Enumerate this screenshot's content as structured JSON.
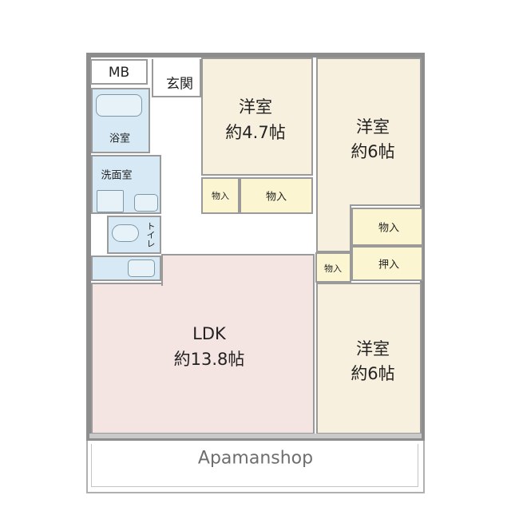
{
  "floorplan": {
    "rooms": {
      "mb": "MB",
      "entrance": "玄関",
      "bath": "浴室",
      "washroom": "洗面室",
      "toilet": "トイレ",
      "western_room_1": {
        "name": "洋室",
        "size": "約4.7帖"
      },
      "western_room_2": {
        "name": "洋室",
        "size": "約6帖"
      },
      "western_room_3": {
        "name": "洋室",
        "size": "約6帖"
      },
      "ldk": {
        "name": "LDK",
        "size": "約13.8帖"
      }
    },
    "storage": {
      "closet_1": "物入",
      "closet_2": "物入",
      "closet_3": "物入",
      "closet_4": "物入",
      "oshiire": "押入"
    },
    "watermark": "Apamanshop"
  }
}
